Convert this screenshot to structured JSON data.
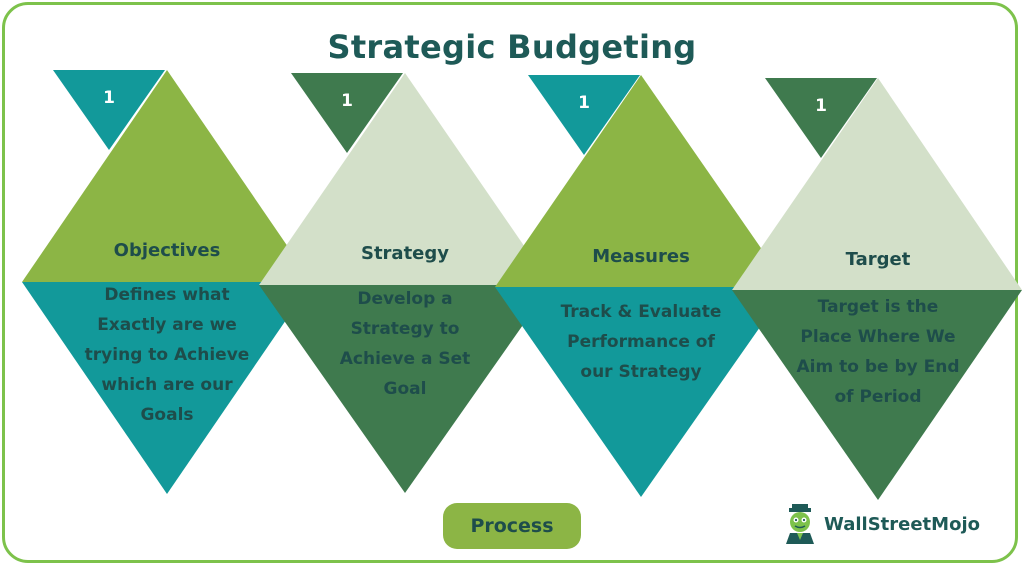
{
  "title": "Strategic Budgeting",
  "colors": {
    "border": "#7dc24b",
    "title": "#1e5a57",
    "teal": "#12999a",
    "dark_green": "#3f7a4e",
    "lime": "#8cb545",
    "pale_green": "#d3e0c9",
    "text_dark": "#1e4d4b"
  },
  "steps": [
    {
      "number": "1",
      "title": "Objectives",
      "description": [
        "Defines what",
        "Exactly are we",
        "trying to Achieve",
        "which are our",
        "Goals"
      ]
    },
    {
      "number": "1",
      "title": "Strategy",
      "description": [
        "Develop a",
        "Strategy to",
        "Achieve a Set",
        "Goal"
      ]
    },
    {
      "number": "1",
      "title": "Measures",
      "description": [
        "Track & Evaluate",
        "Performance of",
        "our Strategy"
      ]
    },
    {
      "number": "1",
      "title": "Target",
      "description": [
        "Target is the",
        "Place Where We",
        "Aim to be by End",
        "of Period"
      ]
    }
  ],
  "process_button": "Process",
  "brand": {
    "name": "WallStreetMojo",
    "icon": "wallstreetmojo-logo-icon"
  }
}
